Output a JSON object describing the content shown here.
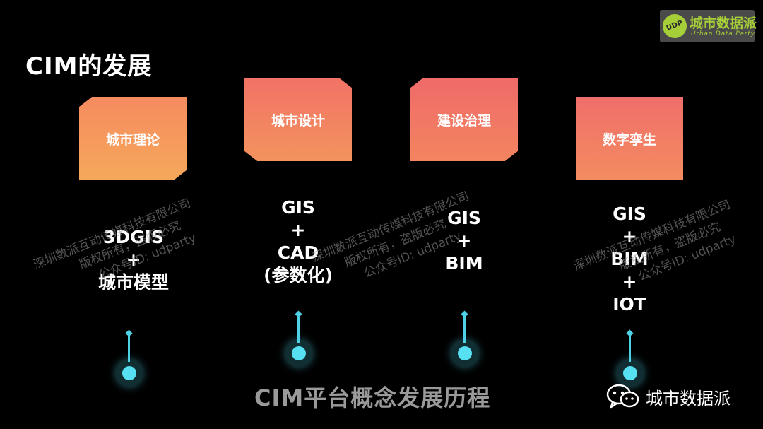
{
  "title": "CIM的发展",
  "logo": {
    "name": "城市数据派",
    "tagline": "Urban Data Party",
    "mark": "UDP"
  },
  "colors": {
    "background": "#000000",
    "box_top": "#f46e6e",
    "box_bottom": "#f7a35a",
    "connector": "#4fd2e6"
  },
  "stages": [
    {
      "label": "城市理论",
      "tech": [
        "3DGIS",
        "+",
        "城市模型"
      ]
    },
    {
      "label": "城市设计",
      "tech": [
        "GIS",
        "+",
        "CAD",
        "(参数化)"
      ]
    },
    {
      "label": "建设治理",
      "tech": [
        "GIS",
        "+",
        "BIM"
      ]
    },
    {
      "label": "数字孪生",
      "tech": [
        "GIS",
        "+",
        "BIM",
        "+",
        "IOT"
      ]
    }
  ],
  "watermark": {
    "line1": "深圳数派互动传媒科技有限公司",
    "line2": "版权所有，盗版必究",
    "line3": "公众号ID: udparty"
  },
  "subtitle": "CIM平台概念发展历程",
  "brand": {
    "icon": "wechat-icon",
    "name": "城市数据派"
  }
}
